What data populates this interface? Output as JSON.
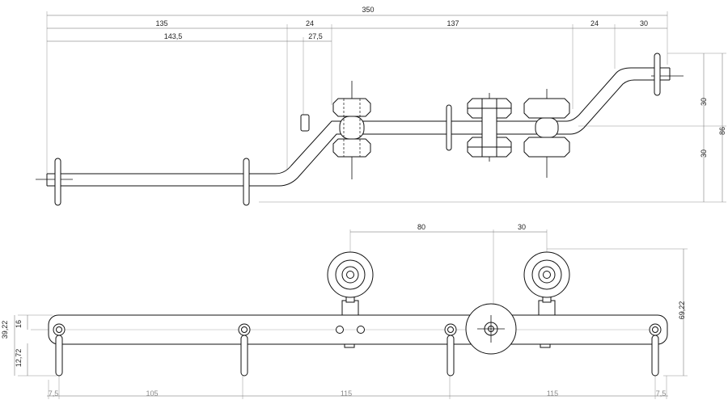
{
  "drawing": {
    "top_view": {
      "dimensions": {
        "overall": "350",
        "seg1": "135",
        "seg2": "24",
        "seg3": "137",
        "seg4": "24",
        "seg5": "30",
        "sub1": "143,5",
        "sub2": "27,5",
        "offset_upper": "30",
        "offset_lower": "30",
        "height_total": "86"
      }
    },
    "front_view": {
      "dimensions": {
        "wheel_spacing": "80",
        "wheel_offset": "30",
        "height_right": "69,22",
        "height_left": "39,22",
        "hole_height": "16",
        "hook_height": "12,72",
        "bottom_edge_left": "7,5",
        "bottom_span1": "105",
        "bottom_span2": "115",
        "bottom_span3": "115",
        "bottom_edge_right": "7,5"
      }
    }
  }
}
